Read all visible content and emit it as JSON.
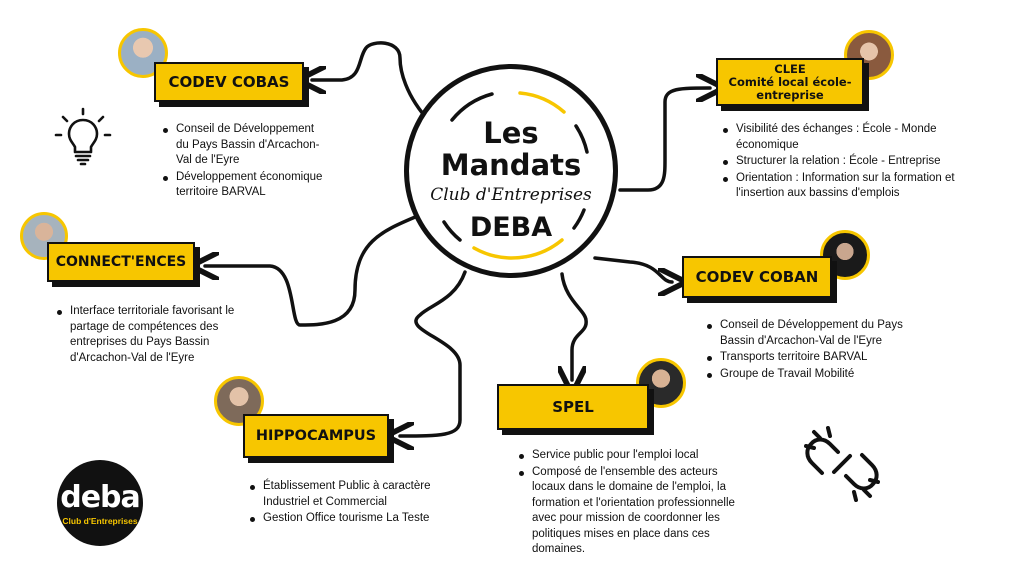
{
  "center": {
    "line1": "Les",
    "line2": "Mandats",
    "subtitle": "Club d'Entreprises",
    "line4": "DEBA"
  },
  "mandates": [
    {
      "title": "CODEV COBAS",
      "items": [
        "Conseil de Développement du Pays Bassin d'Arcachon-Val de l'Eyre",
        "Développement économique territoire BARVAL"
      ]
    },
    {
      "title": "CONNECT'ENCES",
      "items": [
        "Interface territoriale favorisant le partage de compétences des entreprises du Pays Bassin d'Arcachon-Val de l'Eyre"
      ]
    },
    {
      "title": "HIPPOCAMPUS",
      "items": [
        "Établissement Public à caractère Industriel et Commercial",
        "Gestion Office tourisme La Teste"
      ]
    },
    {
      "title": "SPEL",
      "items": [
        "Service public pour l'emploi local",
        "Composé de l'ensemble des acteurs locaux dans le domaine de l'emploi, la formation et l'orientation professionnelle avec pour mission de coordonner les politiques mises en place dans ces domaines."
      ]
    },
    {
      "title": "CODEV COBAN",
      "items": [
        "Conseil de Développement du Pays Bassin d'Arcachon-Val de l'Eyre",
        "Transports territoire BARVAL",
        "Groupe de Travail Mobilité"
      ]
    },
    {
      "title": "CLEE",
      "subtitle": "Comité local école-entreprise",
      "items": [
        "Visibilité des échanges : École - Monde économique",
        "Structurer la relation : École - Entreprise",
        "Orientation : Information sur la formation et l'insertion aux bassins d'emplois"
      ]
    }
  ],
  "logo": {
    "word": "deba",
    "tagline": "Club d'Entreprises"
  },
  "icons": [
    "lightbulb-icon",
    "broken-link-icon"
  ],
  "colors": {
    "accent": "#f7c600",
    "ink": "#111111"
  }
}
